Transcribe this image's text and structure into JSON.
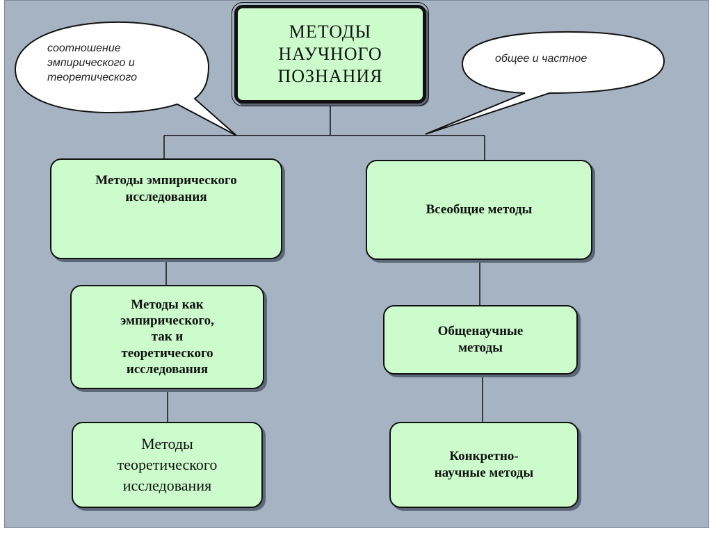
{
  "root": {
    "label": "МЕТОДЫ\nНАУЧНОГО\nПОЗНАНИЯ"
  },
  "callouts": {
    "left": "соотношение\nэмпирического и\nтеоретического",
    "right": "общее и частное"
  },
  "left_branch": {
    "empirical": "Методы эмпирического\nисследования",
    "both": "Методы как\nэмпирического,\nтак и\nтеоретического\nисследования",
    "theoretical": "Методы\nтеоретического\nисследования"
  },
  "right_branch": {
    "universal": "Всеобщие методы",
    "general_scientific": "Общенаучные\nметоды",
    "concrete_scientific": "Конкретно-\nнаучные методы"
  },
  "colors": {
    "box_fill": "#ccfccc",
    "background": "#a6b3c2",
    "outline": "#111111"
  }
}
